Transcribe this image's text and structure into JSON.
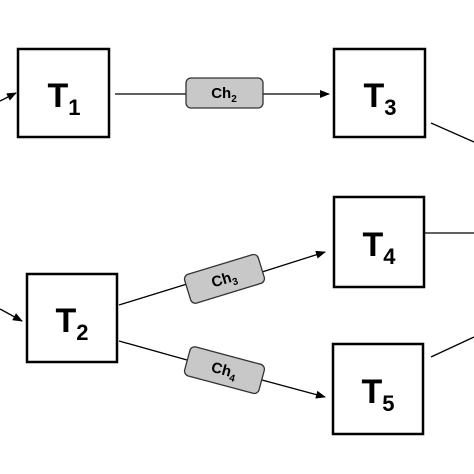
{
  "tasks": {
    "t1": {
      "base": "T",
      "sub": "1"
    },
    "t2": {
      "base": "T",
      "sub": "2"
    },
    "t3": {
      "base": "T",
      "sub": "3"
    },
    "t4": {
      "base": "T",
      "sub": "4"
    },
    "t5": {
      "base": "T",
      "sub": "5"
    }
  },
  "channels": {
    "ch2": {
      "base": "Ch",
      "sub": "2"
    },
    "ch3": {
      "base": "Ch",
      "sub": "3"
    },
    "ch4": {
      "base": "Ch",
      "sub": "4"
    }
  },
  "edges": [
    {
      "from": "offscreen-left",
      "to": "T1"
    },
    {
      "from": "T1",
      "via": "Ch2",
      "to": "T3"
    },
    {
      "from": "T3",
      "to": "offscreen-right"
    },
    {
      "from": "offscreen-left",
      "to": "T2"
    },
    {
      "from": "T2",
      "via": "Ch3",
      "to": "T4"
    },
    {
      "from": "T2",
      "via": "Ch4",
      "to": "T5"
    },
    {
      "from": "T4",
      "to": "offscreen-right"
    },
    {
      "from": "T5",
      "to": "offscreen-right"
    }
  ],
  "colors": {
    "task_border": "#000000",
    "channel_fill": "#c8c8c8",
    "line": "#000000"
  }
}
